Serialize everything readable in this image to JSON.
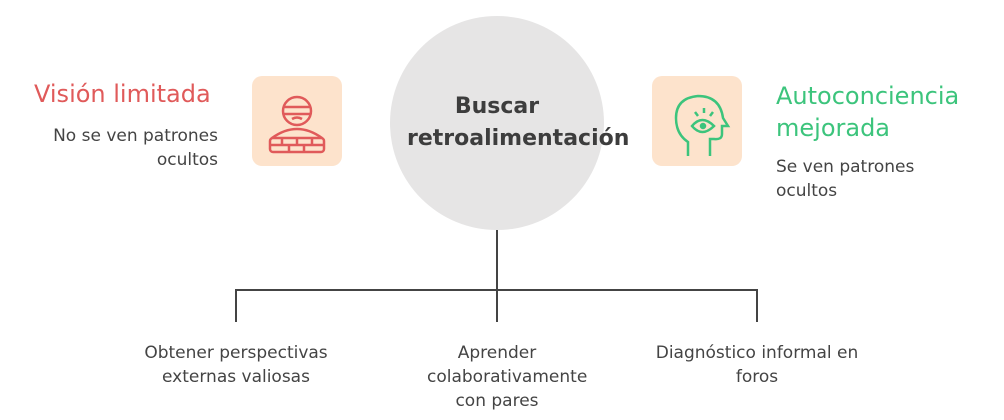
{
  "center": {
    "title": "Buscar retroalimentación"
  },
  "left": {
    "title": "Visión limitada",
    "desc": "No se ven patrones ocultos",
    "icon": "masked-thief-icon",
    "color": "#e05a5a"
  },
  "right": {
    "title": "Autoconciencia mejorada",
    "desc": "Se ven patrones ocultos",
    "icon": "head-eye-icon",
    "color": "#3cc47c"
  },
  "branches": [
    "Obtener perspectivas externas valiosas",
    "Aprender colaborativamente con pares",
    "Diagnóstico informal en foros"
  ]
}
